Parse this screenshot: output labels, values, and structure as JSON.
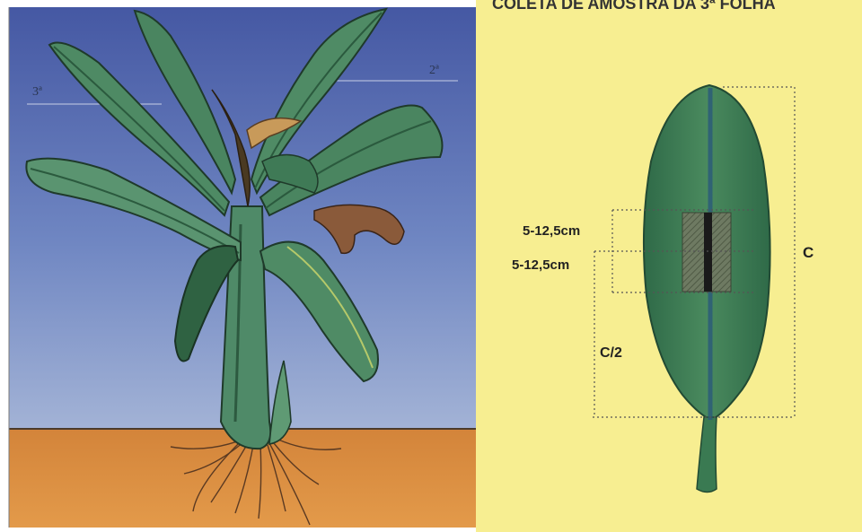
{
  "header_text": "COLETA DE AMOSTRA DA 3ª FOLHA",
  "leaf_order_labels": {
    "third": "3ª",
    "second": "2ª"
  },
  "sample_labels": {
    "upper": "5-12,5cm",
    "lower": "5-12,5cm"
  },
  "length_label": "C",
  "half_length_label": "C/2",
  "colors": {
    "sky_top": "#4a5fa8",
    "sky_bottom": "#8fa3cf",
    "soil": "#d98a3a",
    "paper": "#f7ee86",
    "leaf_green": "#3f7f55",
    "leaf_dark": "#2c5a3e",
    "dead_leaf": "#8a5a3a"
  }
}
